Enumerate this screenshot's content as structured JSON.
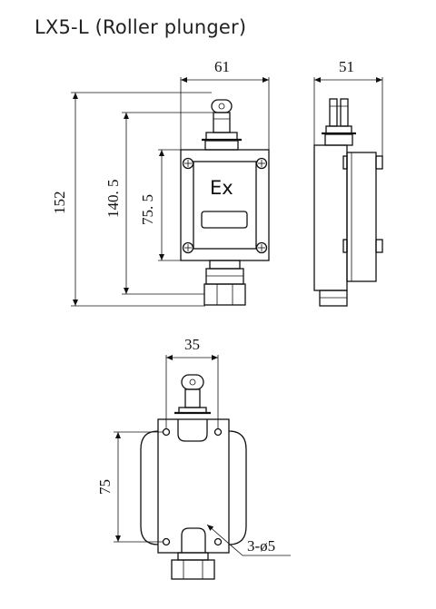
{
  "title": "LX5-L (Roller plunger)",
  "front_view": {
    "width_dim": "61",
    "height_total_dim": "152",
    "height_body_dim": "140. 5",
    "height_inner_dim": "75. 5",
    "marking": "Ex"
  },
  "side_view": {
    "width_dim": "51"
  },
  "bottom_view": {
    "width_dim": "35",
    "height_dim": "75",
    "holes_label": "3-ø5"
  }
}
